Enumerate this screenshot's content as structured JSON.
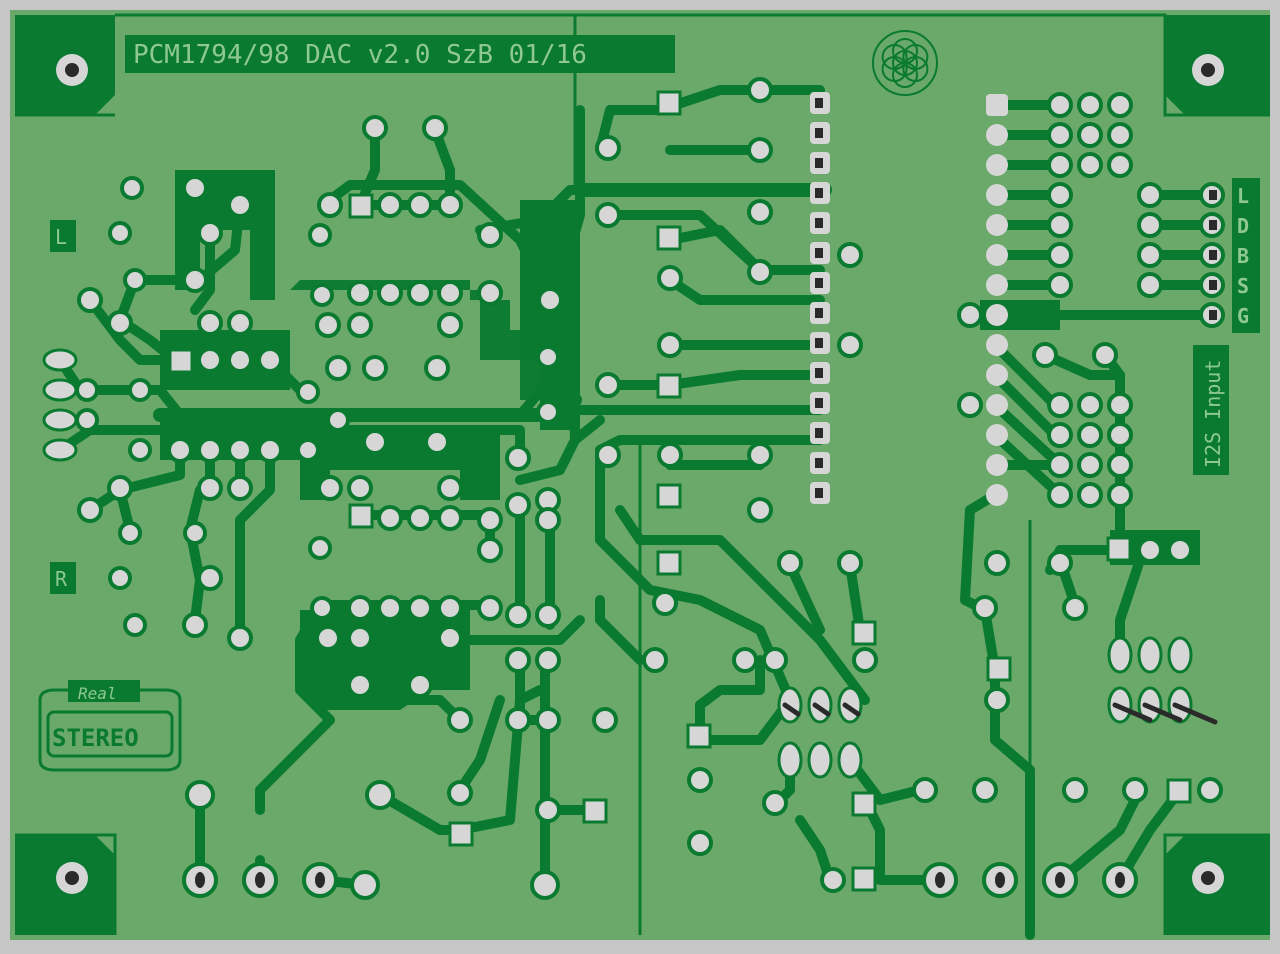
{
  "board": {
    "title": "PCM1794/98 DAC v2.0 SzB 01/16",
    "channel_left": "L",
    "channel_right": "R",
    "i2s_label": "I2S Input",
    "i2s_pins": [
      "L",
      "D",
      "B",
      "S",
      "G"
    ],
    "logo_top": "Real",
    "logo_main": "STEREO"
  },
  "colors": {
    "frame": "#c6c6c6",
    "substrate": "#6aa96a",
    "copper": "#0a7a30",
    "pad": "#d6d6d6",
    "hole": "#2a2a2a"
  },
  "icons": {
    "emblem": "flower-of-life-icon",
    "mounting": "mounting-hole-icon"
  }
}
